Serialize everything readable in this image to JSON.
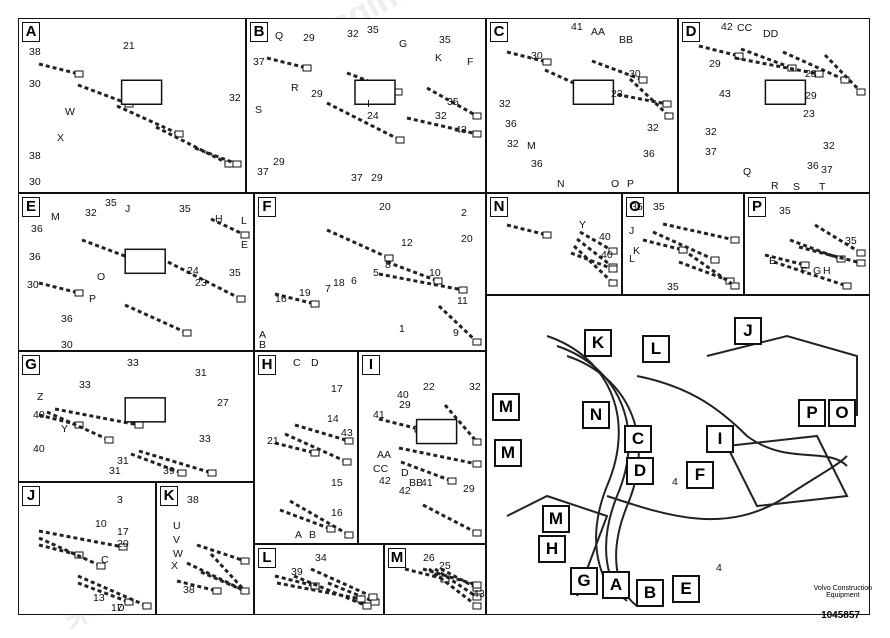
{
  "panels": [
    {
      "id": "A",
      "nums": [
        "38",
        "21",
        "30",
        "W",
        "X",
        "38",
        "30",
        "32"
      ]
    },
    {
      "id": "B",
      "nums": [
        "Q",
        "29",
        "32",
        "35",
        "G",
        "35",
        "K",
        "F",
        "37",
        "R",
        "29",
        "S",
        "37",
        "I",
        "35",
        "24",
        "32",
        "43",
        "29",
        "37",
        "29"
      ]
    },
    {
      "id": "C",
      "nums": [
        "41",
        "AA",
        "BB",
        "30",
        "30",
        "23",
        "32",
        "36",
        "32",
        "M",
        "32",
        "36",
        "36",
        "N",
        "O",
        "P"
      ]
    },
    {
      "id": "D",
      "nums": [
        "42",
        "CC",
        "DD",
        "29",
        "28",
        "43",
        "29",
        "23",
        "32",
        "37",
        "36",
        "32",
        "Q",
        "R",
        "S",
        "T",
        "37"
      ]
    },
    {
      "id": "E",
      "nums": [
        "35",
        "J",
        "35",
        "H",
        "L",
        "32",
        "M",
        "36",
        "E",
        "36",
        "24",
        "35",
        "30",
        "O",
        "P",
        "36",
        "30",
        "23"
      ]
    },
    {
      "id": "F",
      "nums": [
        "20",
        "2",
        "20",
        "12",
        "8",
        "16",
        "19",
        "7",
        "18",
        "6",
        "5",
        "10",
        "11",
        "A",
        "B",
        "1",
        "9"
      ]
    },
    {
      "id": "N",
      "nums": [
        "Y",
        "40",
        "40"
      ]
    },
    {
      "id": "O",
      "nums": [
        "35",
        "35",
        "J",
        "K",
        "L",
        "35"
      ]
    },
    {
      "id": "P",
      "nums": [
        "35",
        "35",
        "E",
        "F",
        "G",
        "H"
      ]
    },
    {
      "id": "G",
      "nums": [
        "33",
        "31",
        "33",
        "Z",
        "40",
        "27",
        "Y",
        "40",
        "31",
        "33",
        "39",
        "31"
      ]
    },
    {
      "id": "H",
      "nums": [
        "C",
        "D",
        "17",
        "14",
        "21",
        "43",
        "15",
        "16",
        "A",
        "B"
      ]
    },
    {
      "id": "I",
      "nums": [
        "22",
        "32",
        "40",
        "29",
        "41",
        "AA",
        "CC",
        "42",
        "D",
        "BB",
        "41",
        "42",
        "29"
      ]
    },
    {
      "id": "J",
      "nums": [
        "3",
        "10",
        "17",
        "20",
        "C",
        "13",
        "17",
        "D"
      ]
    },
    {
      "id": "K",
      "nums": [
        "38",
        "U",
        "V",
        "W",
        "X",
        "38"
      ]
    },
    {
      "id": "L",
      "nums": [
        "39",
        "34"
      ]
    },
    {
      "id": "M",
      "nums": [
        "26",
        "25",
        "43"
      ]
    }
  ],
  "overview_callouts": [
    "K",
    "J",
    "L",
    "M",
    "N",
    "C",
    "I",
    "M",
    "D",
    "F",
    "P",
    "O",
    "M",
    "H",
    "G",
    "A",
    "B",
    "E"
  ],
  "overview_nums": [
    "4",
    "4"
  ],
  "footer": {
    "line1": "Volvo Construction",
    "line2": "Equipment",
    "doc_number": "1045857"
  },
  "watermark": {
    "text": "柴发动力 Diesel-Engines"
  }
}
